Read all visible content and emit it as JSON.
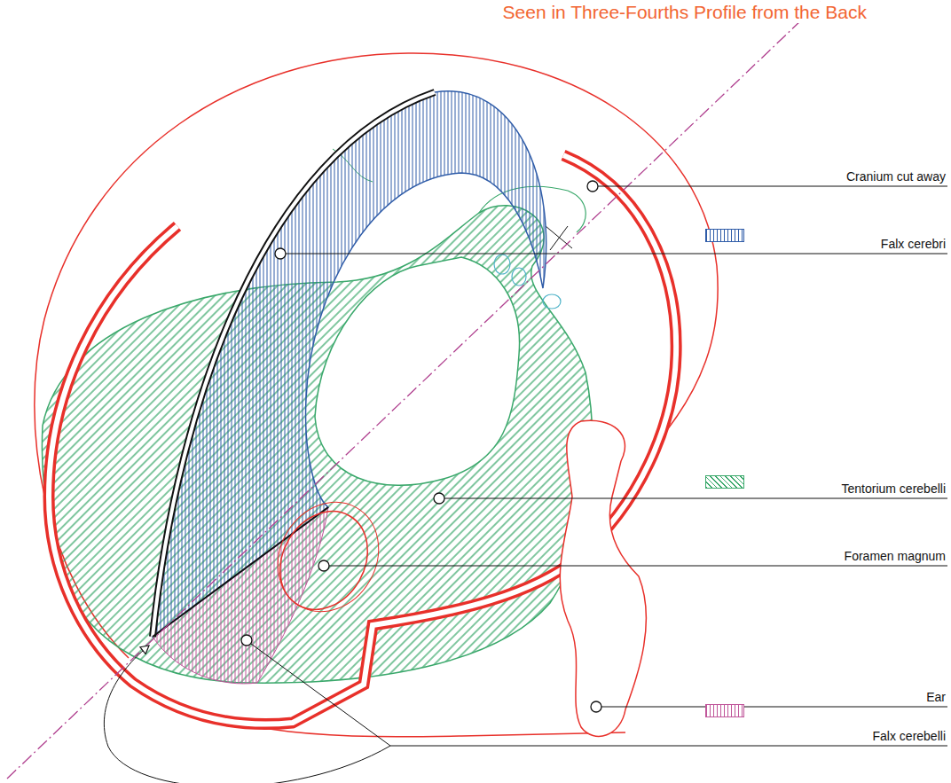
{
  "diagram": {
    "title": "Seen in Three-Fourths Profile from the Back",
    "labels": [
      "Cranium cut away",
      "Foramen magnum",
      "Ear"
    ],
    "legend": [
      {
        "text": "Falx cerebri",
        "color": "#2f5ca8"
      },
      {
        "text": "Tentorium cerebelli",
        "color": "#3aa86b"
      },
      {
        "text": "Falx cerebelli",
        "color": "#c0569a"
      }
    ]
  }
}
